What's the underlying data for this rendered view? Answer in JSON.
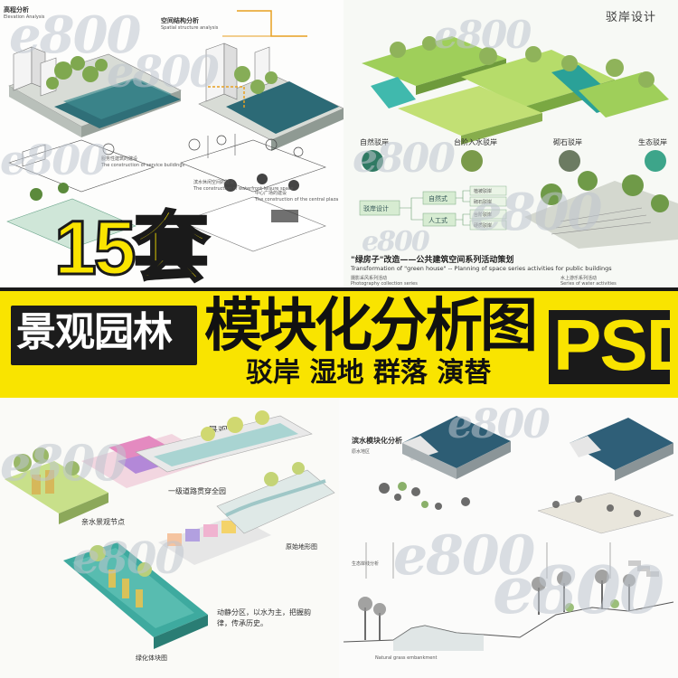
{
  "banner": {
    "count": "15套",
    "left_title": "景观园林",
    "main_title": "模块化分析图",
    "sub_title": "驳岸 湿地 群落 演替",
    "badge": "PSD",
    "colors": {
      "yellow": "#f9e400",
      "dark": "#1a1a1a"
    }
  },
  "watermark": "e800",
  "top_left": {
    "labels": [
      "高程分析",
      "空间结构分析",
      "Elevation Analysis",
      "Spatial structure analysis"
    ],
    "steps": [
      "服务性建筑的建设",
      "滨水休闲空间的建设",
      "中心广场的建设",
      "The construction of service buildings",
      "The construction of waterfront leisure space",
      "The construction of the central plaza"
    ]
  },
  "top_right": {
    "title": "驳岸设计",
    "bank_types": [
      "自然驳岸",
      "台阶入水驳岸",
      "砌石驳岸",
      "生态驳岸"
    ],
    "tree_root": "驳岸设计",
    "tree_branches": [
      "自然式",
      "人工式"
    ],
    "tree_leaves": [
      "植被驳岸",
      "砌石驳岸",
      "台阶驳岸",
      "硬质驳岸"
    ],
    "caption_cn": "\"绿房子\"改造——公共建筑空间系列活动策划",
    "caption_en": "Transformation of \"green house\" -- Planning of space series activities for public buildings",
    "sub_captions": [
      "摄影采风系列活动",
      "Photography collection series",
      "水上游乐系列活动",
      "Series of water activities"
    ]
  },
  "bottom_left": {
    "title": "景观概念分析图",
    "labels": [
      "一级道路贯穿全园",
      "亲水景观节点",
      "原始地形图",
      "绿化体块图"
    ],
    "note": "动静分区，以水为主，把握韵律，传承历史。"
  },
  "bottom_right": {
    "title": "滨水模块化分析",
    "labels": [
      "原水地区",
      "生态岸线分析",
      "Natural grass embankment"
    ]
  }
}
